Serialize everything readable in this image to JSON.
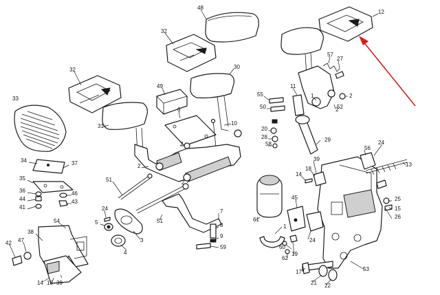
{
  "diagram": {
    "callouts": [
      {
        "id": "c48",
        "text": "48"
      },
      {
        "id": "c32a",
        "text": "32"
      },
      {
        "id": "c32b",
        "text": "32"
      },
      {
        "id": "c30",
        "text": "30"
      },
      {
        "id": "c33",
        "text": "33"
      },
      {
        "id": "c49",
        "text": "49"
      },
      {
        "id": "c31",
        "text": "31"
      },
      {
        "id": "c6",
        "text": "6"
      },
      {
        "id": "c10",
        "text": "10"
      },
      {
        "id": "c2a",
        "text": "2"
      },
      {
        "id": "c2b",
        "text": "2"
      },
      {
        "id": "c2c",
        "text": "2"
      },
      {
        "id": "c34",
        "text": "34"
      },
      {
        "id": "c37",
        "text": "37"
      },
      {
        "id": "c35",
        "text": "35"
      },
      {
        "id": "c36",
        "text": "36"
      },
      {
        "id": "c44",
        "text": "44"
      },
      {
        "id": "c41",
        "text": "41"
      },
      {
        "id": "c46",
        "text": "46"
      },
      {
        "id": "c43",
        "text": "43"
      },
      {
        "id": "c51a",
        "text": "51"
      },
      {
        "id": "c51b",
        "text": "51"
      },
      {
        "id": "c24a",
        "text": "24"
      },
      {
        "id": "c5",
        "text": "5"
      },
      {
        "id": "c3",
        "text": "3"
      },
      {
        "id": "c4",
        "text": "4"
      },
      {
        "id": "c38",
        "text": "38"
      },
      {
        "id": "c54",
        "text": "54"
      },
      {
        "id": "c42",
        "text": "42"
      },
      {
        "id": "c47",
        "text": "47"
      },
      {
        "id": "c14a",
        "text": "14"
      },
      {
        "id": "c18a",
        "text": "18"
      },
      {
        "id": "c39a",
        "text": "39"
      },
      {
        "id": "c7",
        "text": "7"
      },
      {
        "id": "c8",
        "text": "8"
      },
      {
        "id": "c9",
        "text": "9"
      },
      {
        "id": "c59",
        "text": "59"
      },
      {
        "id": "c55",
        "text": "55"
      },
      {
        "id": "c11",
        "text": "11"
      },
      {
        "id": "c50",
        "text": "50"
      },
      {
        "id": "c57",
        "text": "57"
      },
      {
        "id": "c27",
        "text": "27"
      },
      {
        "id": "c2d",
        "text": "2"
      },
      {
        "id": "c2e",
        "text": "2"
      },
      {
        "id": "c52",
        "text": "52"
      },
      {
        "id": "c1a",
        "text": "1"
      },
      {
        "id": "c20",
        "text": "20"
      },
      {
        "id": "c28",
        "text": "28"
      },
      {
        "id": "c58",
        "text": "58"
      },
      {
        "id": "c29",
        "text": "29"
      },
      {
        "id": "c12",
        "text": "12"
      },
      {
        "id": "c56",
        "text": "56"
      },
      {
        "id": "c24b",
        "text": "24"
      },
      {
        "id": "c13",
        "text": "13"
      },
      {
        "id": "c39b",
        "text": "39"
      },
      {
        "id": "c18b",
        "text": "18"
      },
      {
        "id": "c14b",
        "text": "14"
      },
      {
        "id": "c45",
        "text": "45"
      },
      {
        "id": "c61",
        "text": "61"
      },
      {
        "id": "c1b",
        "text": "1"
      },
      {
        "id": "c24c",
        "text": "24"
      },
      {
        "id": "c60",
        "text": "60"
      },
      {
        "id": "c62",
        "text": "62"
      },
      {
        "id": "c19",
        "text": "19"
      },
      {
        "id": "c17",
        "text": "17"
      },
      {
        "id": "c21",
        "text": "21"
      },
      {
        "id": "c22",
        "text": "22"
      },
      {
        "id": "c53",
        "text": "53"
      },
      {
        "id": "c25",
        "text": "25"
      },
      {
        "id": "c15",
        "text": "15"
      },
      {
        "id": "c26",
        "text": "26"
      }
    ],
    "arrow_color": "#d42020"
  }
}
